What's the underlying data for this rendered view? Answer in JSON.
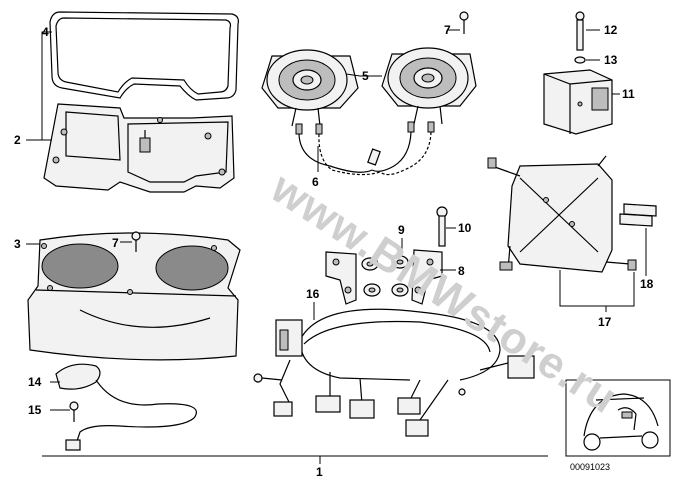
{
  "watermark": "www.BMWstore.ru",
  "reference_code": "00091023",
  "callouts": {
    "c1": "1",
    "c2": "2",
    "c3": "3",
    "c4": "4",
    "c5": "5",
    "c6": "6",
    "c7a": "7",
    "c7b": "7",
    "c8": "8",
    "c9": "9",
    "c10": "10",
    "c11": "11",
    "c12": "12",
    "c13": "13",
    "c14": "14",
    "c15": "15",
    "c16": "16",
    "c17": "17",
    "c18": "18"
  }
}
